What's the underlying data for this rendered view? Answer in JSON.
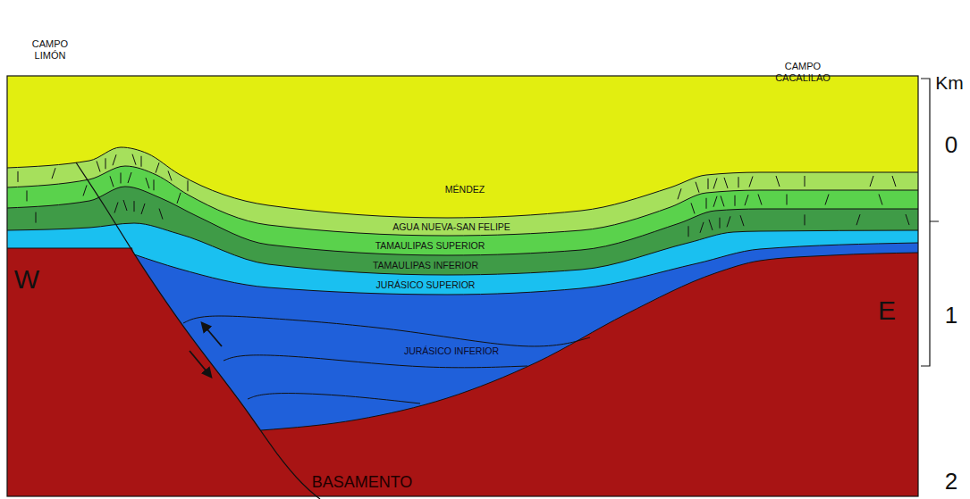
{
  "diagram": {
    "nodes": [
      {
        "text": [
          "MÉNDEZ"
        ]
      },
      {
        "text": [
          "AGUA NUEVA-SAN FELIPE"
        ]
      },
      {
        "text": [
          "TAMAULIPAS SUPERIOR"
        ]
      },
      {
        "text": [
          "TAMAULIPAS INFERIOR"
        ]
      },
      {
        "text": [
          "JURÁSICO SUPERIOR"
        ]
      },
      {
        "text": [
          "JURÁSICO INFERIOR"
        ]
      },
      {
        "text": [
          "BASAMENTO"
        ]
      }
    ],
    "labels": [
      "CAMPO LIMÓN",
      "CAMPO CACALILAO",
      "Km",
      "0",
      "1",
      "2",
      "W",
      "E"
    ]
  }
}
